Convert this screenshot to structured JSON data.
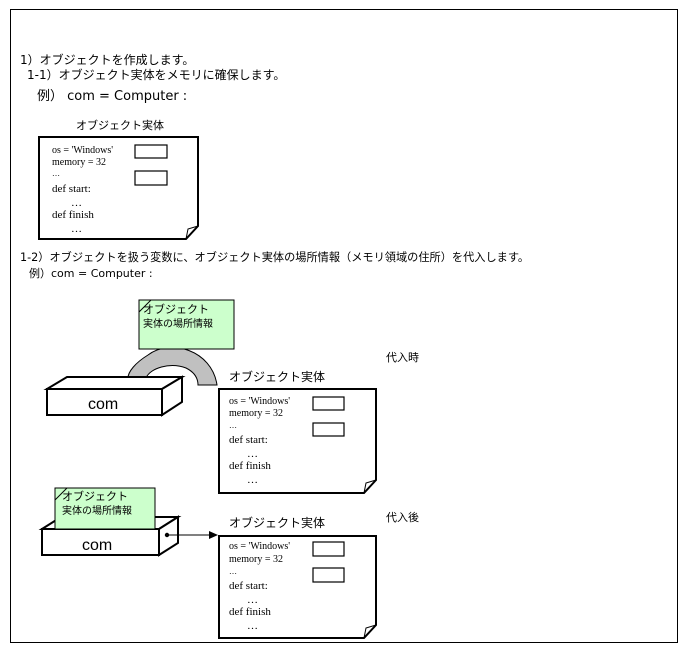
{
  "step1": {
    "heading": "1）オブジェクトを作成します。",
    "sub": "1‐1）オブジェクト実体をメモリに確保します。",
    "example": "例） com = Computer :"
  },
  "step2": {
    "heading": "1‐2）オブジェクトを扱う変数に、オブジェクト実体の場所情報（メモリ領域の住所）を代入します。",
    "example": "例）com = Computer :"
  },
  "object_entity_label": "オブジェクト実体",
  "object": {
    "os_line": "os = 'Windows'",
    "memory_line": "memory = 32",
    "dots_small": "…",
    "def_start": "def start:",
    "dots": "…",
    "def_finish": "def finish"
  },
  "location_note": {
    "line1": "オブジェクト",
    "line2": "実体の場所情報"
  },
  "variable_label": "com",
  "during_assign_label": "代入時",
  "after_assign_label": "代入後",
  "colors": {
    "note_fill": "#ccffcc",
    "arrow_fill": "#c0c0c0",
    "stroke": "#000000"
  }
}
